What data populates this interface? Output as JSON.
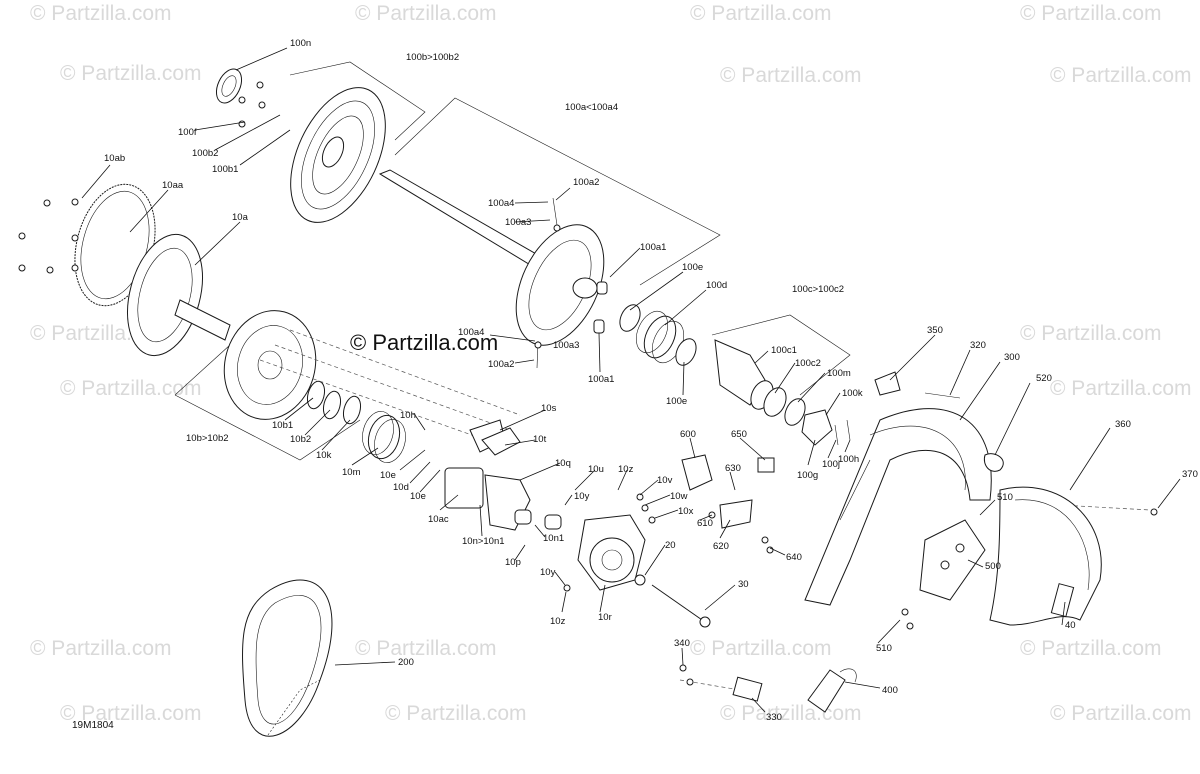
{
  "copyright_text": "© Partzilla.com",
  "figure_id": "19M1804",
  "watermark_text": "© Partzilla.com",
  "callouts": {
    "100n": "100n",
    "100b_range": "100b>100b2",
    "100a_range": "100a<100a4",
    "100f": "100f",
    "100b2": "100b2",
    "100b1": "100b1",
    "10ab": "10ab",
    "10aa": "10aa",
    "10a": "10a",
    "100a2_top": "100a2",
    "100a4_top": "100a4",
    "100a3_top": "100a3",
    "100a1_top": "100a1",
    "100e_top": "100e",
    "100d": "100d",
    "100c_range": "100c>100c2",
    "100c1": "100c1",
    "100c2": "100c2",
    "100m": "100m",
    "100k": "100k",
    "100g": "100g",
    "100j": "100j",
    "100h": "100h",
    "100a4_mid": "100a4",
    "100a3_mid": "100a3",
    "100a2_mid": "100a2",
    "100a1_mid": "100a1",
    "100e_mid": "100e",
    "350": "350",
    "320": "320",
    "300": "300",
    "520": "520",
    "360": "360",
    "370": "370",
    "510_top": "510",
    "500": "500",
    "510_bot": "510",
    "40": "40",
    "10b1": "10b1",
    "10b2": "10b2",
    "10k": "10k",
    "10m": "10m",
    "10b_range": "10b>10b2",
    "10h": "10h",
    "10s": "10s",
    "10t": "10t",
    "10e_a": "10e",
    "10d": "10d",
    "10e_b": "10e",
    "10ac": "10ac",
    "10q": "10q",
    "10u": "10u",
    "10z_top": "10z",
    "10y_top": "10y",
    "10v": "10v",
    "10w": "10w",
    "10x": "10x",
    "10n1": "10n1",
    "10n_range": "10n>10n1",
    "10p": "10p",
    "10y_bot": "10y",
    "10z_bot": "10z",
    "10r": "10r",
    "20": "20",
    "30": "30",
    "600": "600",
    "650": "650",
    "630": "630",
    "610": "610",
    "620": "620",
    "640": "640",
    "200": "200",
    "340": "340",
    "330": "330",
    "400": "400"
  }
}
